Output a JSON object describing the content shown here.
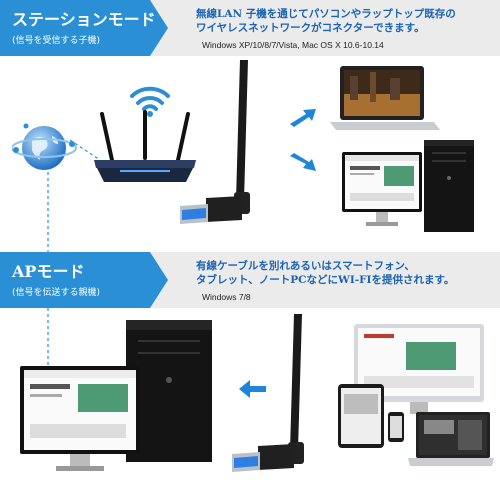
{
  "station": {
    "title": "ステーションモード",
    "subtitle": "(信号を受信する子機)",
    "desc_line1": "無線LAN 子機を通じてパソコンやラップトップ既存の",
    "desc_line2": "ワイヤレスネットワークがコネクターできます。",
    "os": "Windows XP/10/8/7/Vista, Mac OS X 10.6-10.14"
  },
  "ap": {
    "title": "APモード",
    "subtitle": "(信号を伝送する親機)",
    "desc_line1": "有線ケーブルを別れあるいはスマートフォン、",
    "desc_line2": "タブレット、ノートPCなどにWI-FIを提供されます。",
    "os": "Windows 7/8"
  },
  "icons": [
    "globe-icon",
    "wifi-icon",
    "router-icon",
    "usb-adapter-icon",
    "laptop-icon",
    "desktop-icon",
    "arrow-icon",
    "tablet-icon",
    "phone-icon"
  ],
  "colors": {
    "accent": "#2b8fd6",
    "banner": "#ebebeb",
    "desc_text": "#1b63b3",
    "arrow": "#1e86d8"
  }
}
